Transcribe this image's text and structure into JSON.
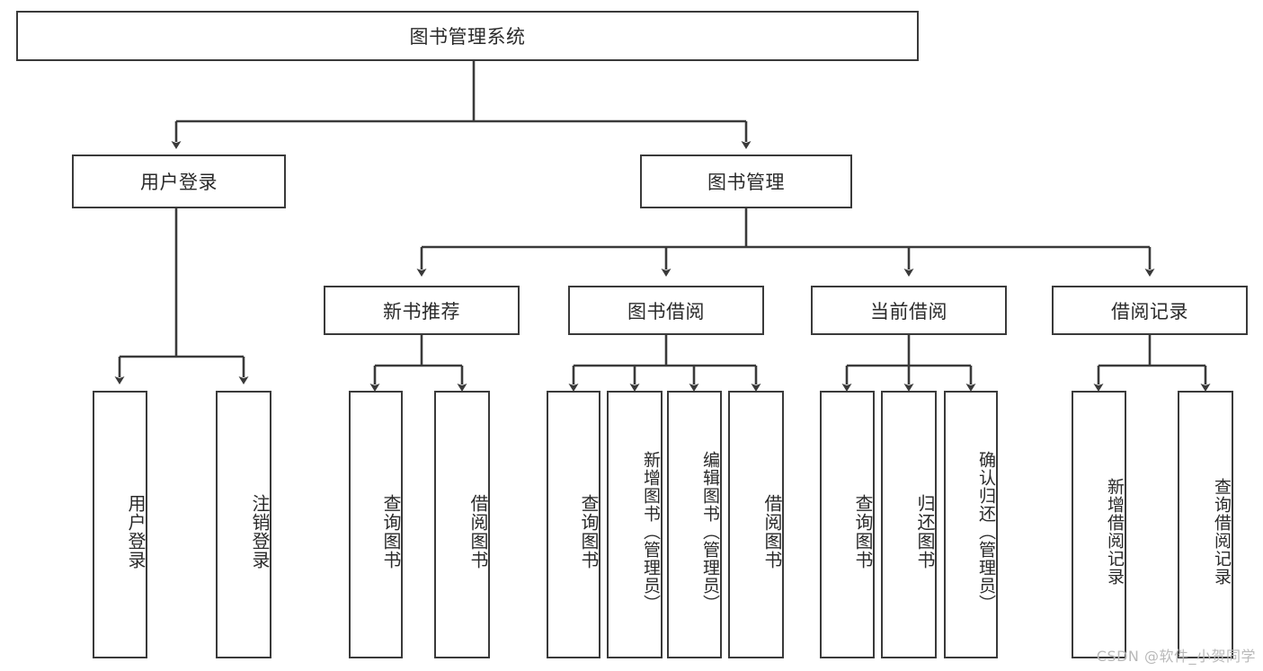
{
  "diagram": {
    "title_node": {
      "label": "图书管理系统"
    },
    "level2": [
      {
        "id": "user-login",
        "label": "用户登录"
      },
      {
        "id": "book-management",
        "label": "图书管理"
      }
    ],
    "level3": [
      {
        "id": "new-book-recommend",
        "label": "新书推荐"
      },
      {
        "id": "book-borrow",
        "label": "图书借阅"
      },
      {
        "id": "current-borrow",
        "label": "当前借阅"
      },
      {
        "id": "borrow-record",
        "label": "借阅记录"
      }
    ],
    "leaves": {
      "user_login": [
        {
          "id": "leaf-user-login",
          "label": "用户登录"
        },
        {
          "id": "leaf-logout-login",
          "label": "注销登录"
        }
      ],
      "new_book_recommend": [
        {
          "id": "leaf-query-book-1",
          "label": "查询图书"
        },
        {
          "id": "leaf-borrow-book-1",
          "label": "借阅图书"
        }
      ],
      "book_borrow": [
        {
          "id": "leaf-query-book-2",
          "label": "查询图书"
        },
        {
          "id": "leaf-add-book",
          "label": "新增图书（管理员）"
        },
        {
          "id": "leaf-edit-book",
          "label": "编辑图书（管理员）"
        },
        {
          "id": "leaf-borrow-book-2",
          "label": "借阅图书"
        }
      ],
      "current_borrow": [
        {
          "id": "leaf-query-book-3",
          "label": "查询图书"
        },
        {
          "id": "leaf-return-book",
          "label": "归还图书"
        },
        {
          "id": "leaf-confirm-return",
          "label": "确认归还（管理员）"
        }
      ],
      "borrow_record": [
        {
          "id": "leaf-add-record",
          "label": "新增借阅记录"
        },
        {
          "id": "leaf-query-record",
          "label": "查询借阅记录"
        }
      ]
    },
    "watermark": "CSDN @软件_小贺同学",
    "colors": {
      "stroke": "#3a3a3a",
      "background": "#ffffff",
      "text": "#2a2a2a",
      "watermark": "#b9b9b9"
    }
  }
}
